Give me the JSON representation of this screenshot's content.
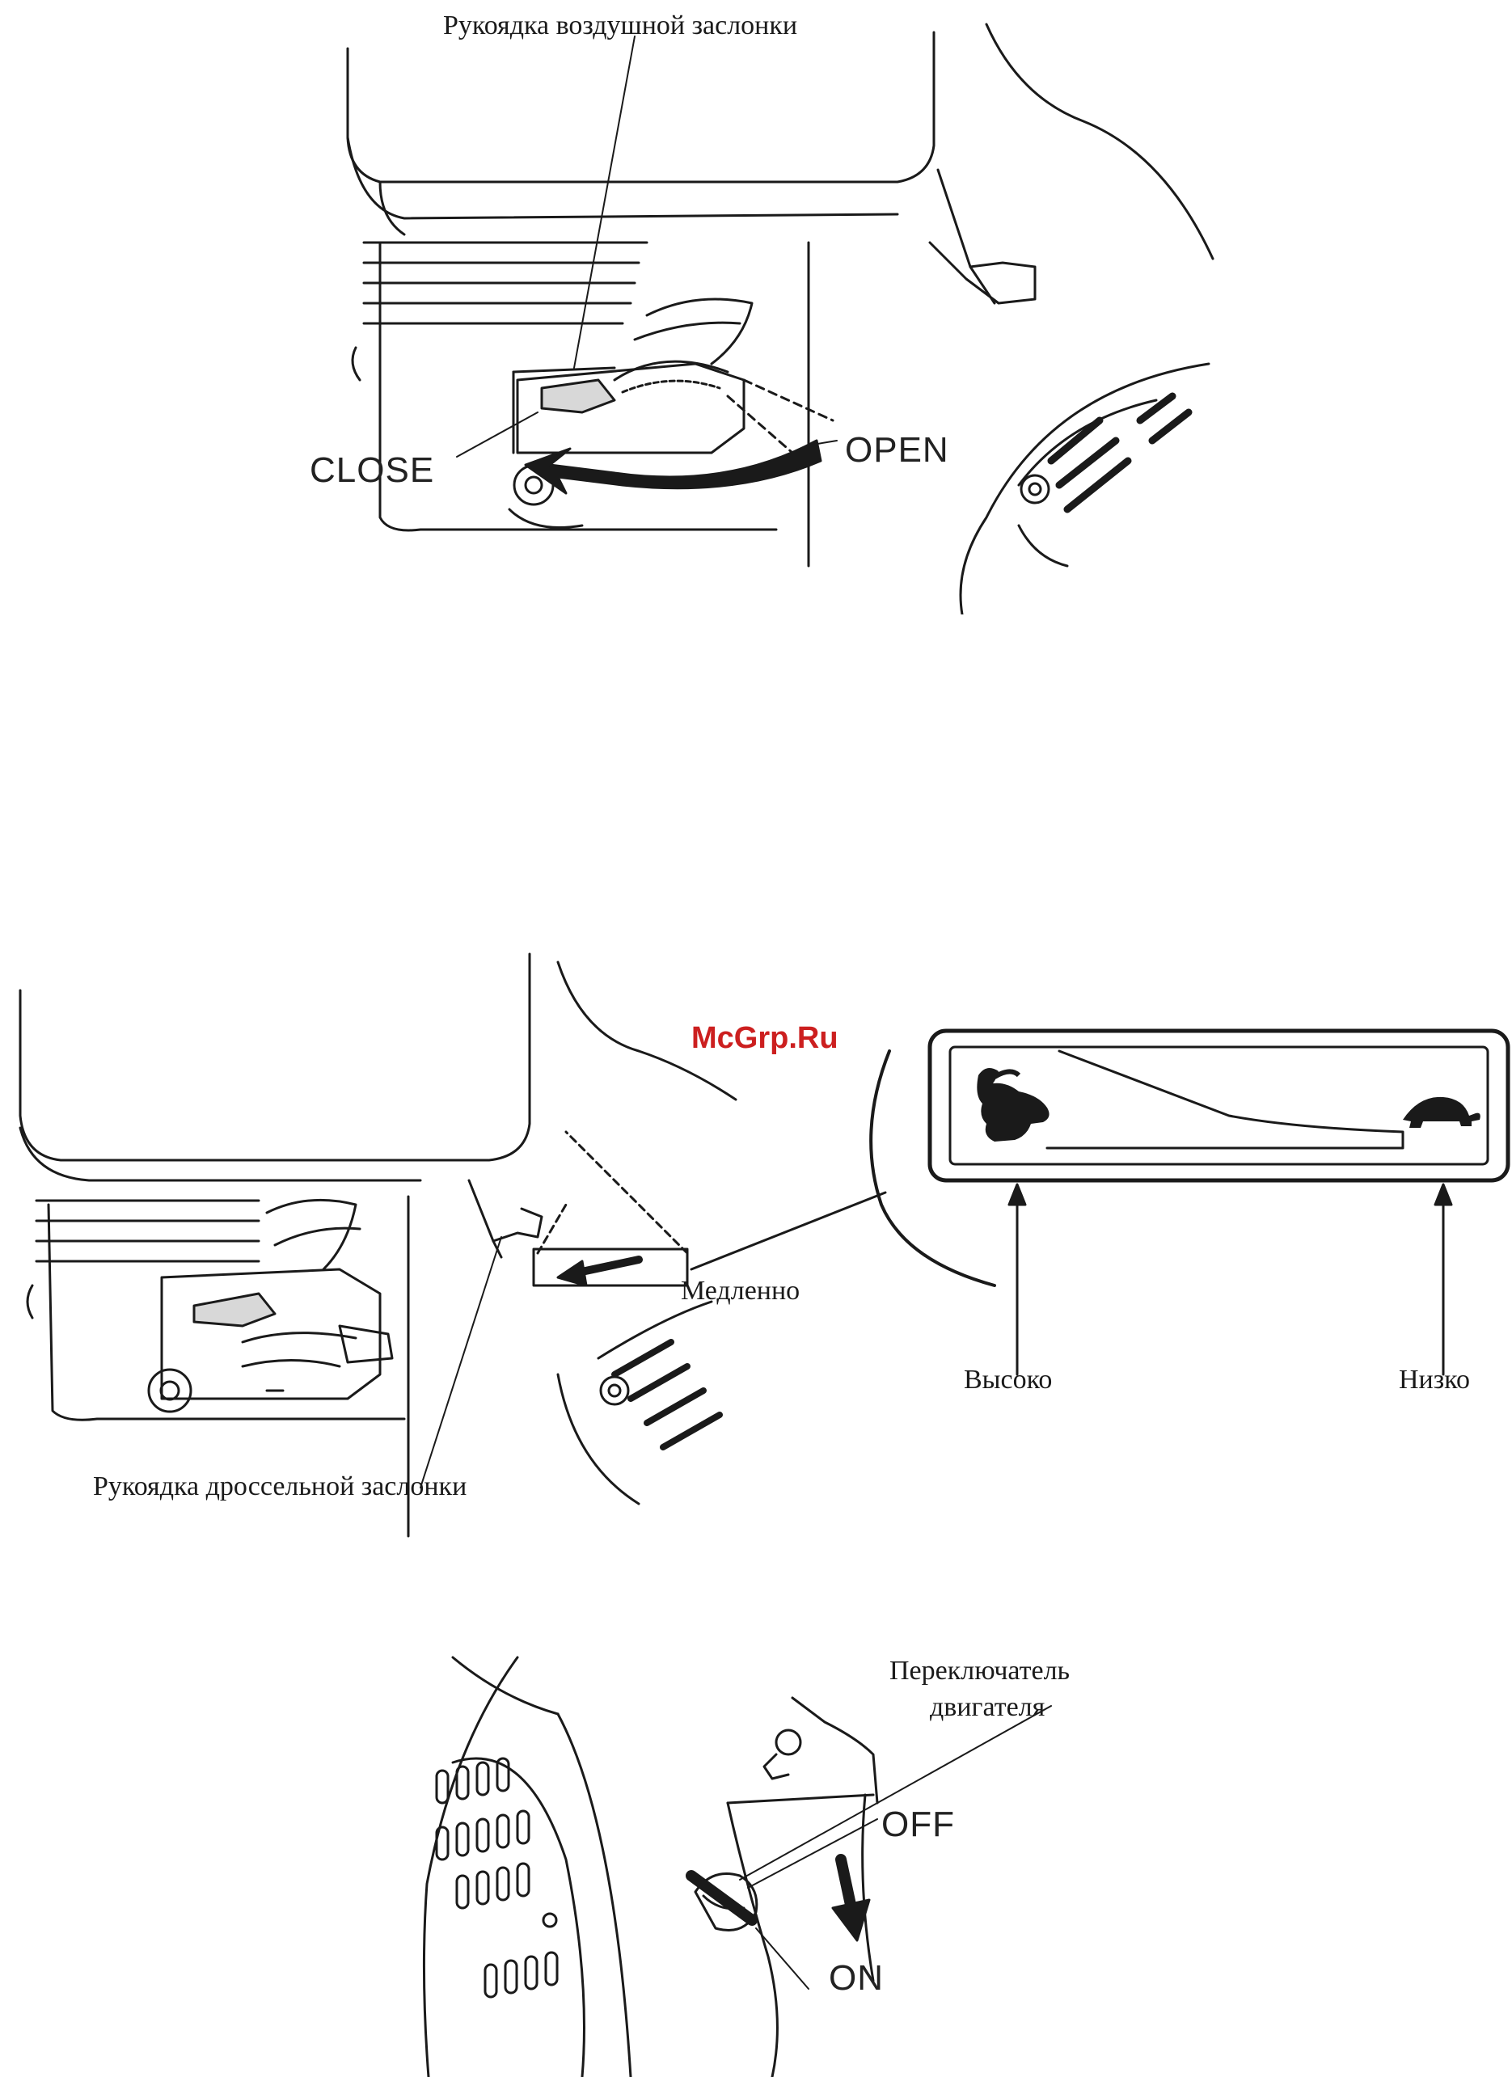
{
  "watermark": "McGrp.Ru",
  "figure_choke": {
    "label_lever": "Рукоядка воздушной заслонки",
    "label_close": "CLOSE",
    "label_open": "OPEN"
  },
  "figure_throttle": {
    "label_slow": "Медленно",
    "label_lever": "Рукоядка дроссельной заслонки",
    "label_high": "Высоко",
    "label_low": "Низко",
    "icon_high": "rabbit-icon",
    "icon_low": "turtle-icon"
  },
  "figure_switch": {
    "label_switch_line1": "Переключатель",
    "label_switch_line2": "двигателя",
    "label_off": "OFF",
    "label_on": "ON"
  }
}
